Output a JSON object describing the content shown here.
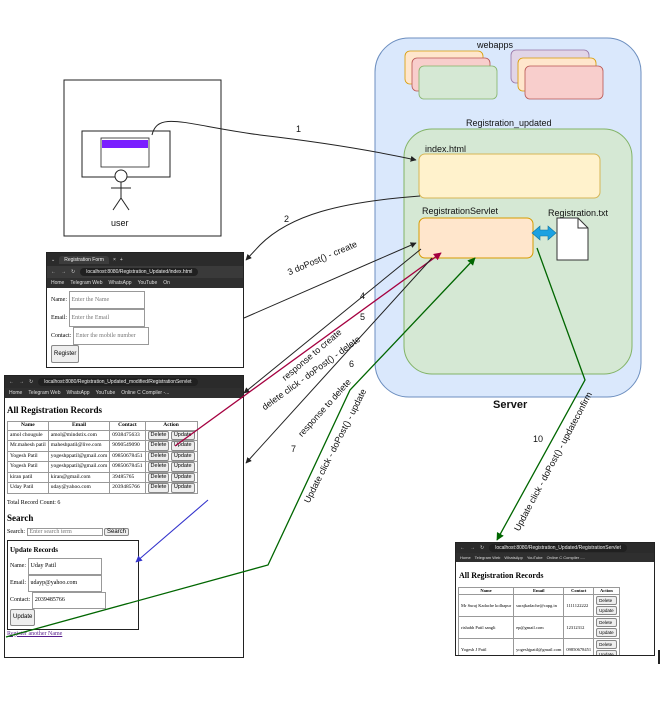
{
  "labels": {
    "webapps": "webapps",
    "registration_updated": "Registration_updated",
    "index_html": "index.html",
    "registration_servlet": "RegistrationServlet",
    "registration_txt": "Registration.txt",
    "server": "Server",
    "user": "user"
  },
  "arrows": {
    "a1": "1",
    "a2": "2",
    "a3": "3  doPost() - create",
    "a4": "4",
    "a5": "5",
    "a6": "6",
    "a7": "7",
    "a10": "10",
    "response_create": "response to create",
    "delete_click": "delete click - doPost() - delete",
    "response_delete": "response to delete",
    "update_click": "Update click - doPost() - update",
    "update_confirm": "Update click - doPost() - updateconfirm"
  },
  "form_window": {
    "tab": "Registration Form",
    "url": "localhost:8080/Registration_Updated/index.html",
    "bookmarks": [
      "Home",
      "Telegram Web",
      "WhatsApp",
      "YouTube",
      "On"
    ],
    "fields": [
      {
        "label": "Name:",
        "placeholder": "Enter the Name"
      },
      {
        "label": "Email:",
        "placeholder": "Enter the Email"
      },
      {
        "label": "Contact:",
        "placeholder": "Enter the mobile number"
      }
    ],
    "button": "Register"
  },
  "records_window": {
    "url": "localhost:8080/Registration_Updated_modified/RegistrationServlet",
    "bookmarks": [
      "Home",
      "Telegram Web",
      "WhatsApp",
      "YouTube",
      "Online C Compiler -..."
    ],
    "heading": "All Registration Records",
    "columns": [
      "Name",
      "Email",
      "Contact",
      "Action"
    ],
    "rows": [
      [
        "amol chougule",
        "amol@mindstix.com",
        "0938475633"
      ],
      [
        "Mr.mahesh patil",
        "maheshpatil@live.com",
        "9090549090"
      ],
      [
        "Yogesh Patil",
        "yogeshppatil@gmail.com",
        "09850678451"
      ],
      [
        "Yogesh Patil",
        "yogeshppatil@gmail.com",
        "09850678451"
      ],
      [
        "kiran patil",
        "kiran@gmail.com",
        "39485765"
      ],
      [
        "Uday Patil",
        "uday@yahoo.com",
        "2039485766"
      ]
    ],
    "delete_label": "Delete",
    "update_label": "Update",
    "total": "Total Record Count: 6",
    "search_heading": "Search",
    "search_label": "Search:",
    "search_placeholder": "Enter search term",
    "search_button": "Search",
    "update_heading": "Update Records",
    "update_fields": [
      {
        "label": "Name:",
        "value": "Uday Patil"
      },
      {
        "label": "Email:",
        "value": "udayp@yahoo.com"
      },
      {
        "label": "Contact:",
        "value": "2039485766"
      }
    ],
    "update_button": "Update",
    "register_link": "Register another Name"
  },
  "result_window": {
    "url": "localhost:8080/Registration_Updated/RegistrationServlet",
    "bookmarks": [
      "Home",
      "Telegram Web",
      "WhatsApp",
      "YouTube",
      "Online C Compiler -..."
    ],
    "heading": "All Registration Records",
    "columns": [
      "Name",
      "Email",
      "Contact",
      "Action"
    ],
    "rows": [
      [
        "Mr Suraj Kadache kolhapur",
        "surajkadache@capg.in",
        "1111122222"
      ],
      [
        "rishabh Patil sangli",
        "ep@gmail.com",
        "12312312"
      ],
      [
        "Yogesh J Patil",
        "yogeshjpatil@gmail.com",
        "09850678451"
      ]
    ],
    "delete_label": "Delete",
    "update_label": "Update"
  },
  "colors": {
    "server_fill": "#dae8fc",
    "app_fill": "#d5e8d4",
    "component_fill": "#ffe6cc",
    "servlet_fill": "#ffe6cc",
    "sync_arrow": "#1ba1e2",
    "create_arrow": "#222222",
    "delete_arrow": "#a50040",
    "update_arrow": "#006600",
    "edit_arrow": "#3333cc"
  }
}
